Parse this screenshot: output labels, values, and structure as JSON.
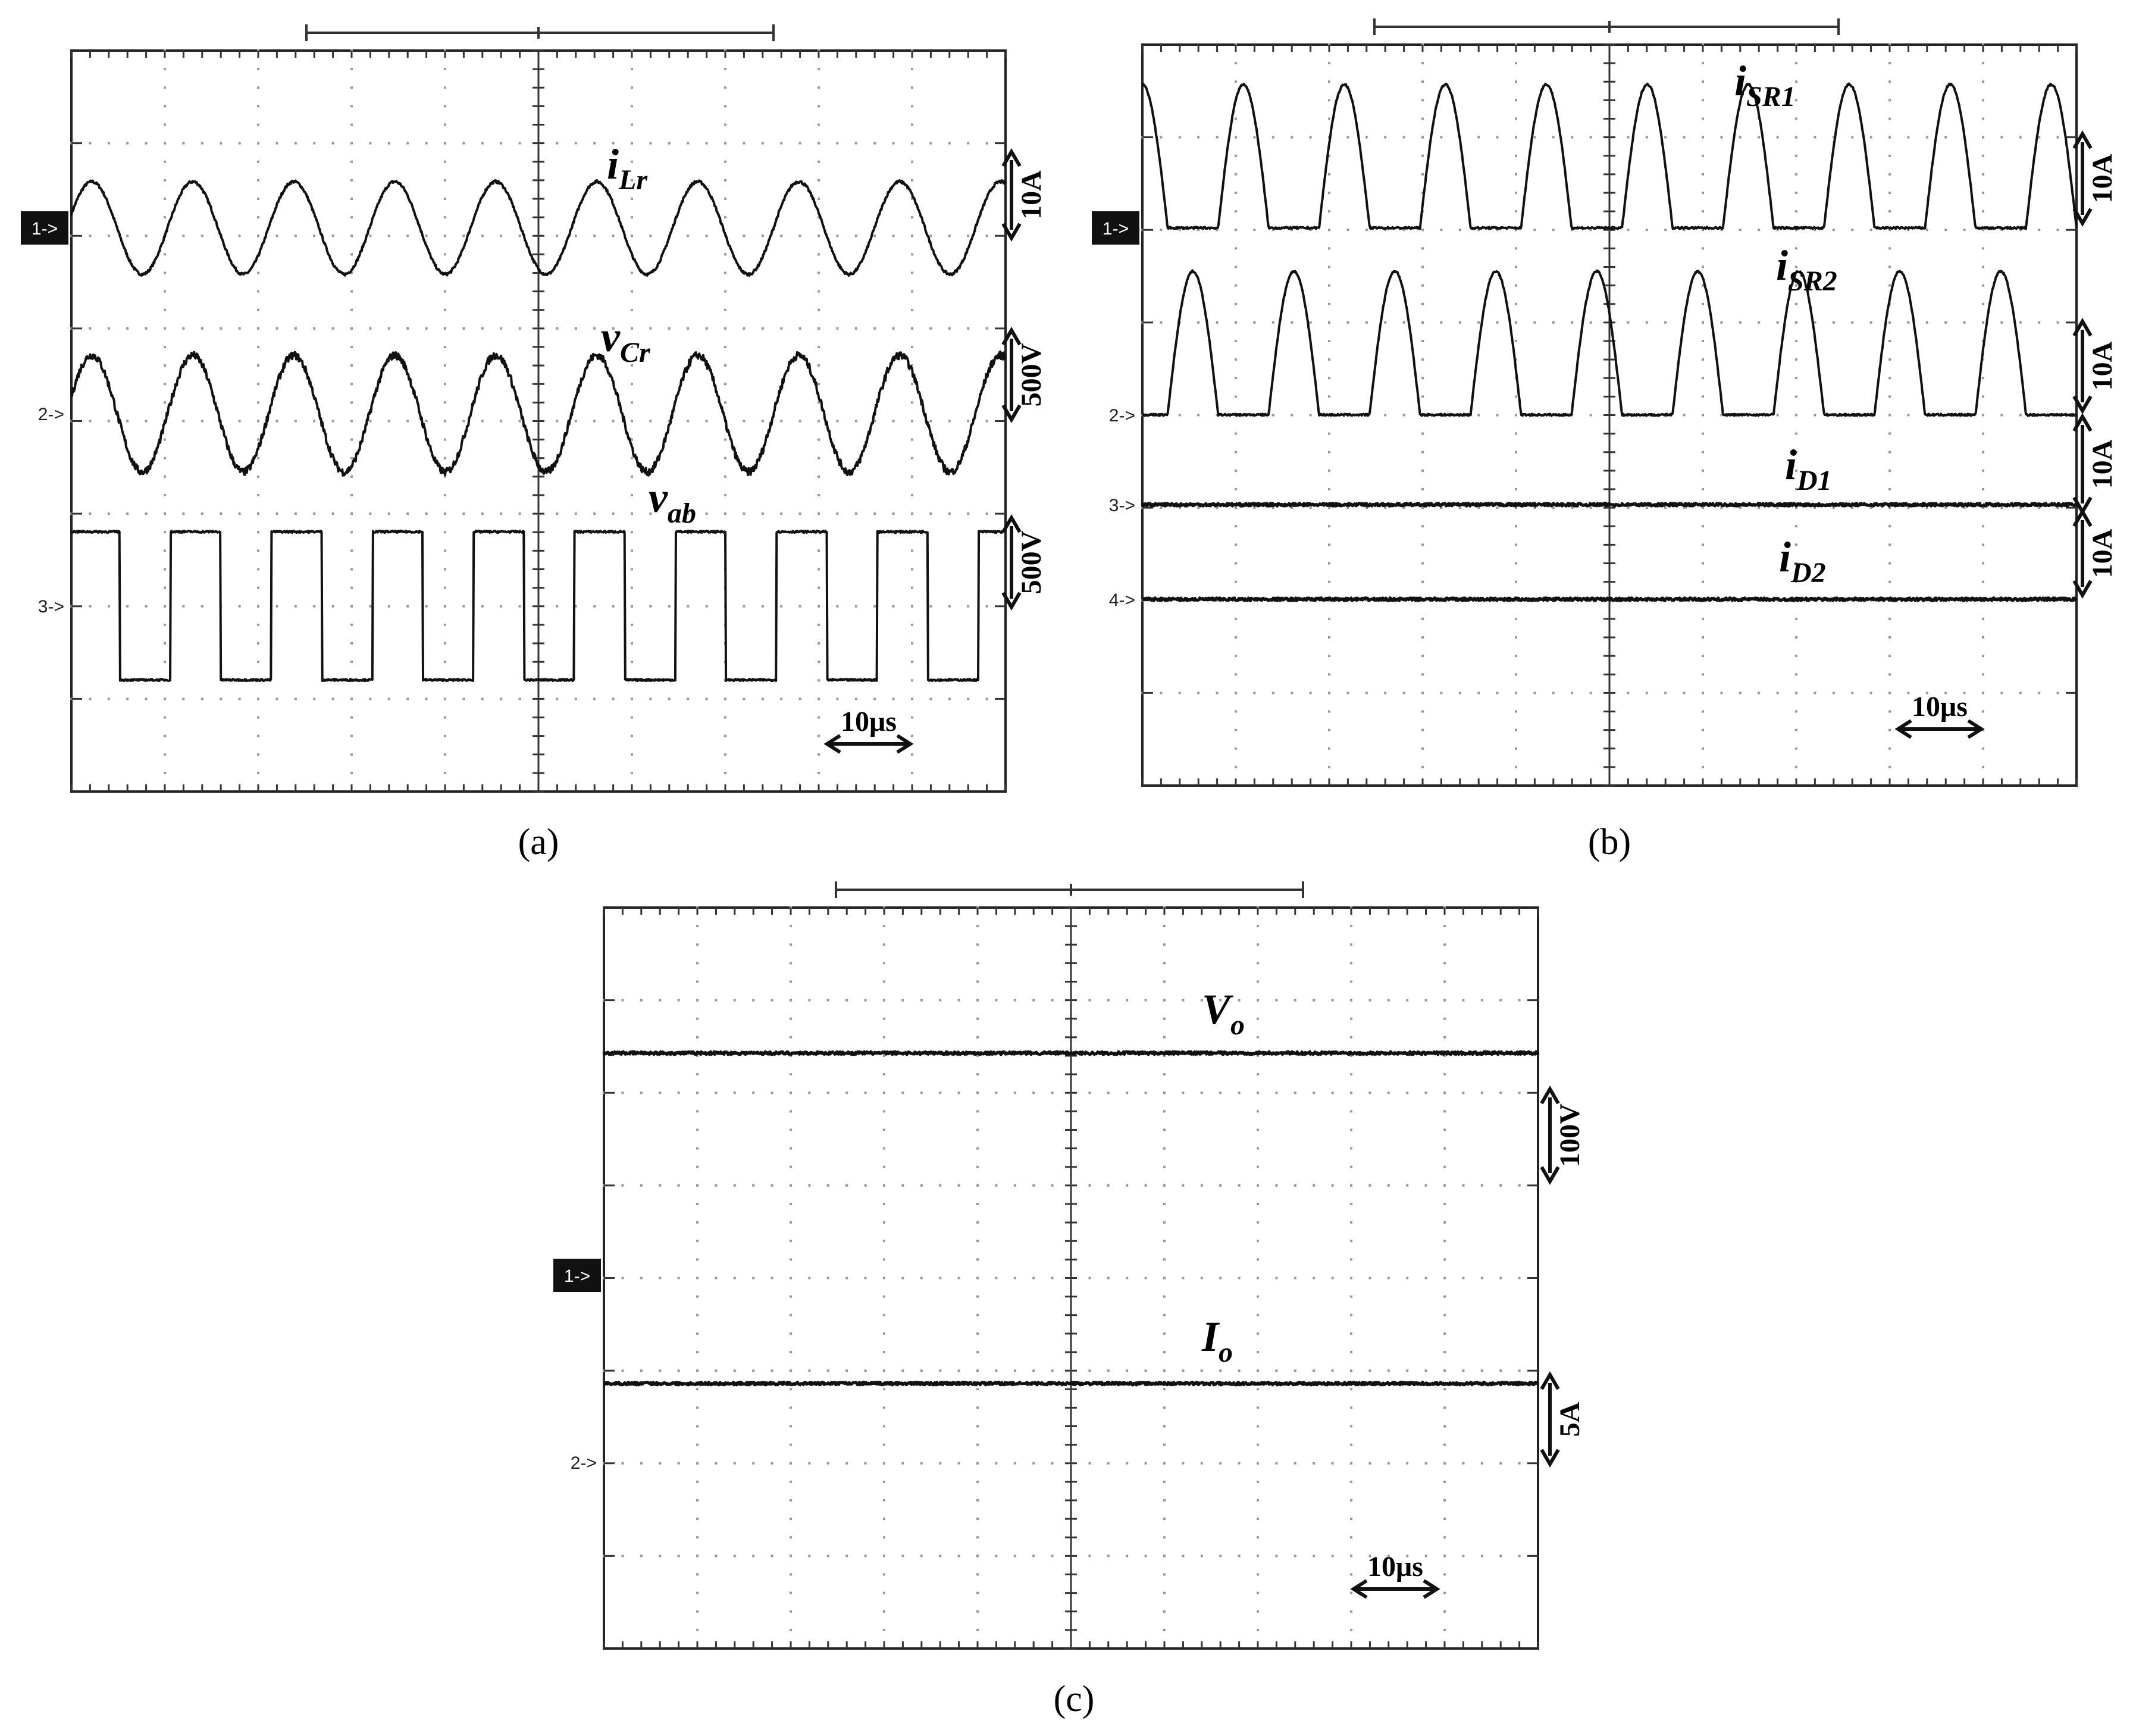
{
  "chart_data": [
    {
      "type": "line",
      "panel": "a",
      "caption": "(a)",
      "time_scale": "10μs",
      "series": [
        {
          "name": "i_Lr",
          "label_base": "i",
          "label_sub": "Lr",
          "marker": "1->",
          "scale": "10A",
          "shape": "sine",
          "cycles": 9.25,
          "amplitude_div": 0.5,
          "offset_div": 0.0
        },
        {
          "name": "v_Cr",
          "label_base": "v",
          "label_sub": "Cr",
          "marker": "2->",
          "scale": "500V",
          "shape": "sine",
          "cycles": 9.25,
          "amplitude_div": 0.63,
          "offset_div": 0.0
        },
        {
          "name": "v_ab",
          "label_base": "v",
          "label_sub": "ab",
          "marker": "3->",
          "scale": "500V",
          "shape": "square",
          "cycles": 9.25,
          "amplitude_div": 0.8,
          "offset_div": 0.0
        }
      ]
    },
    {
      "type": "line",
      "panel": "b",
      "caption": "(b)",
      "time_scale": "10μs",
      "series": [
        {
          "name": "i_SR1",
          "label_base": "i",
          "label_sub": "SR1",
          "marker": "1->",
          "scale": "10A",
          "shape": "half-sine pulses",
          "cycles": 9.25,
          "peak_div": 1.55,
          "offset_div": 0.0
        },
        {
          "name": "i_SR2",
          "label_base": "i",
          "label_sub": "SR2",
          "marker": "2->",
          "scale": "10A",
          "shape": "half-sine pulses",
          "cycles": 9.25,
          "peak_div": 1.55,
          "offset_div": 0.0
        },
        {
          "name": "i_D1",
          "label_base": "i",
          "label_sub": "D1",
          "marker": "3->",
          "scale": "10A",
          "shape": "flat",
          "offset_div": 0.0
        },
        {
          "name": "i_D2",
          "label_base": "i",
          "label_sub": "D2",
          "marker": "4->",
          "scale": "10A",
          "shape": "flat",
          "offset_div": 0.0
        }
      ]
    },
    {
      "type": "line",
      "panel": "c",
      "caption": "(c)",
      "time_scale": "10μs",
      "series": [
        {
          "name": "V_o",
          "label_base": "V",
          "label_sub": "o",
          "marker": "1->",
          "scale": "100V",
          "shape": "flat",
          "offset_div": 2.4
        },
        {
          "name": "I_o",
          "label_base": "I",
          "label_sub": "o",
          "marker": "2->",
          "scale": "5A",
          "shape": "flat",
          "offset_div": 0.85
        }
      ]
    }
  ]
}
